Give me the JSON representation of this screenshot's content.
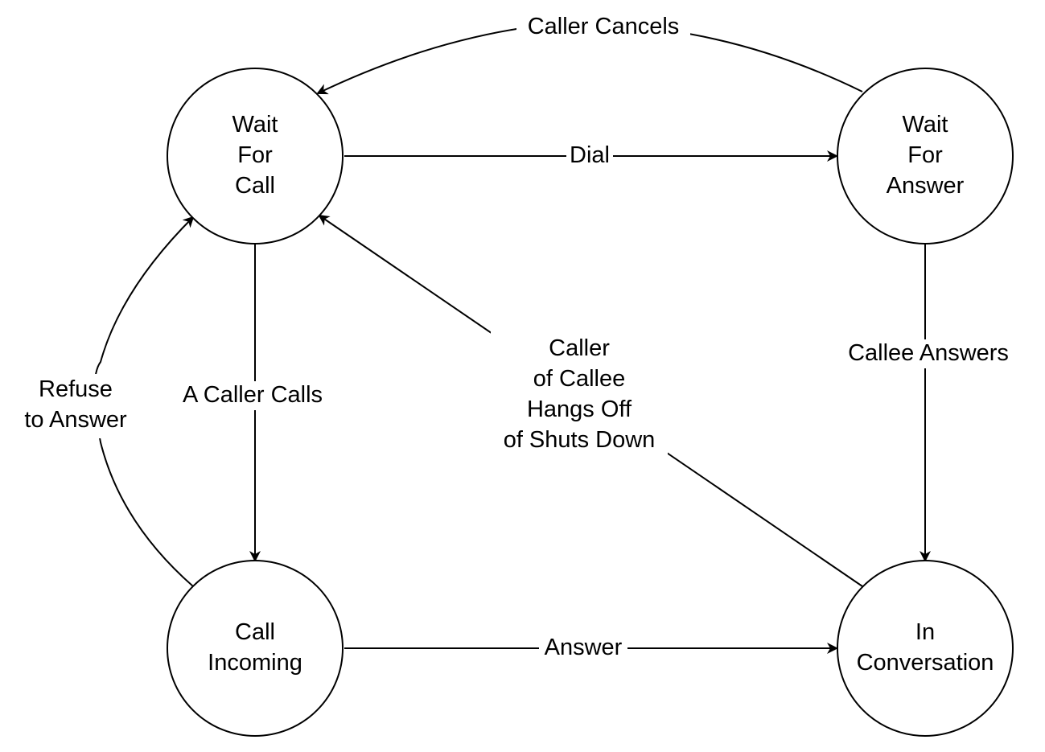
{
  "states": {
    "wait_for_call": [
      "Wait",
      "For",
      "Call"
    ],
    "wait_for_answer": [
      "Wait",
      "For",
      "Answer"
    ],
    "call_incoming": [
      "Call",
      "Incoming"
    ],
    "in_conversation": [
      "In",
      "Conversation"
    ]
  },
  "transitions": {
    "caller_cancels": [
      "Caller Cancels"
    ],
    "dial": [
      "Dial"
    ],
    "a_caller_calls": [
      "A Caller Calls"
    ],
    "refuse_to_answer": [
      "Refuse",
      "to Answer"
    ],
    "hangs_off": [
      "Caller",
      "of Callee",
      "Hangs Off",
      "of Shuts Down"
    ],
    "callee_answers": [
      "Callee Answers"
    ],
    "answer": [
      "Answer"
    ]
  },
  "colors": {
    "stroke": "#000000",
    "background": "#ffffff"
  }
}
